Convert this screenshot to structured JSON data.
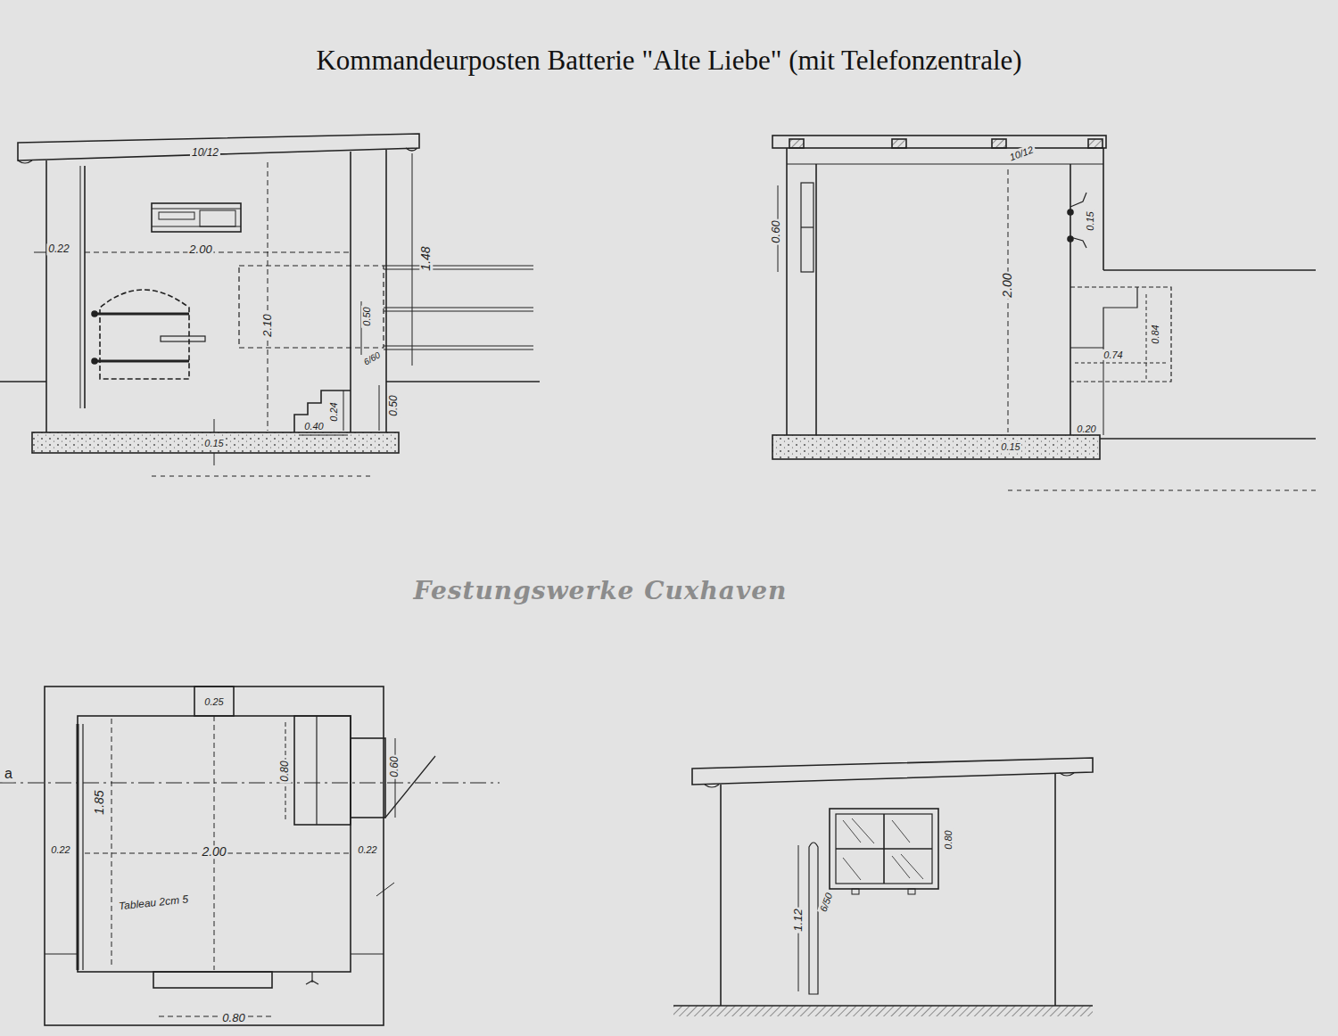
{
  "diagram": {
    "title": "Kommandeurposten Batterie \"Alte Liebe\" (mit Telefonzentrale)",
    "labels": [
      "Festungswerke Cuxhaven",
      "10/12",
      "0.22",
      "2.00",
      "1.48",
      "2.10",
      "0.50",
      "6/60",
      "0.24",
      "0.40",
      "0.50",
      "0.15",
      "10/12",
      "0.60",
      "2.00",
      "0.15",
      "0.84",
      "0.74",
      "0.20",
      "0.15",
      "0.25",
      "0.80",
      "0.60",
      "1.85",
      "0.22",
      "2.00",
      "0.22",
      "Tableau 2cm 5",
      "0.80",
      "a",
      "0.80",
      "1.12",
      "6/50"
    ]
  }
}
